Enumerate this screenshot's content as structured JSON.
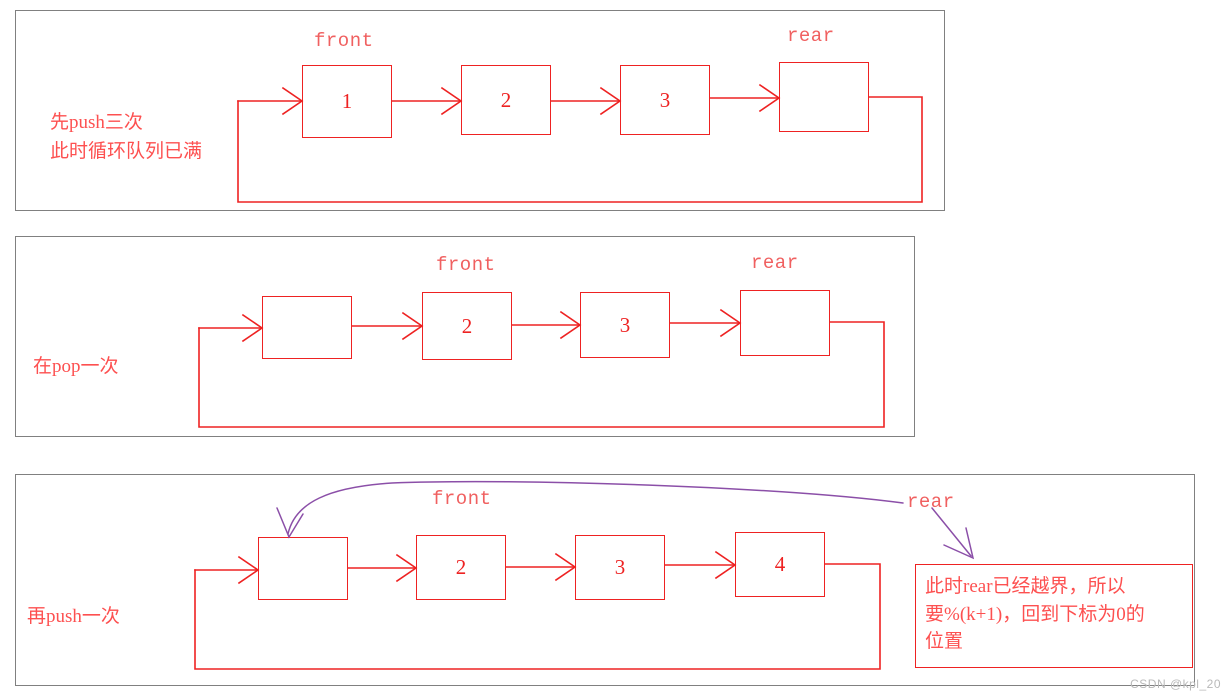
{
  "diagram": {
    "title_colors": {
      "box_red": "#ee2222",
      "text_red": "#fd5050",
      "label_red": "#f06060",
      "purple": "#8b4fa8",
      "panel_border": "#808080",
      "watermark_gray": "#b9b9b9"
    },
    "panels": [
      {
        "id": "panel-push-three",
        "caption_lines": [
          "先push三次",
          "此时循环队列已满"
        ],
        "front_label": "front",
        "rear_label": "rear",
        "cells": [
          {
            "value": "1",
            "pointer": "front"
          },
          {
            "value": "2",
            "pointer": ""
          },
          {
            "value": "3",
            "pointer": ""
          },
          {
            "value": "",
            "pointer": "rear"
          }
        ]
      },
      {
        "id": "panel-pop-once",
        "caption_lines": [
          "在pop一次"
        ],
        "front_label": "front",
        "rear_label": "rear",
        "cells": [
          {
            "value": "",
            "pointer": ""
          },
          {
            "value": "2",
            "pointer": "front"
          },
          {
            "value": "3",
            "pointer": ""
          },
          {
            "value": "",
            "pointer": "rear"
          }
        ]
      },
      {
        "id": "panel-push-again",
        "caption_lines": [
          "再push一次"
        ],
        "front_label": "front",
        "rear_label": "rear",
        "cells": [
          {
            "value": "",
            "pointer": "rear-wrapped"
          },
          {
            "value": "2",
            "pointer": "front"
          },
          {
            "value": "3",
            "pointer": ""
          },
          {
            "value": "4",
            "pointer": ""
          }
        ],
        "note_lines": [
          "此时rear已经越界，所以",
          "要%(k+1)，回到下标为0的",
          "位置"
        ]
      }
    ],
    "watermark": "CSDN @kpl_20"
  }
}
